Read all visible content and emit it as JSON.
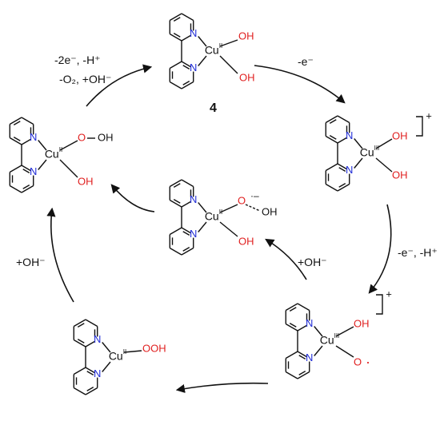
{
  "labels": {
    "compound_number": "4",
    "step_top_left_line1": "-2e⁻, -H⁺",
    "step_top_left_line2": "-O₂, +OH⁻",
    "step_top_right": "-e⁻",
    "step_right": "-e⁻, -H⁺",
    "step_center": "+OH⁻",
    "step_left": "+OH⁻"
  },
  "atoms": {
    "N": "N",
    "OH": "OH",
    "O": "O",
    "OOH": "OOH",
    "O_OH_right": "OH"
  },
  "metals": {
    "cu_II": {
      "symbol": "Cu",
      "ox": "II"
    },
    "cu_III": {
      "symbol": "Cu",
      "ox": "III"
    }
  },
  "charges": {
    "plus": "+",
    "radical": "·",
    "radical_anion": "·–"
  },
  "colors": {
    "nitrogen": "#1f2bd6",
    "oxygen": "#e02020",
    "black": "#111111"
  }
}
